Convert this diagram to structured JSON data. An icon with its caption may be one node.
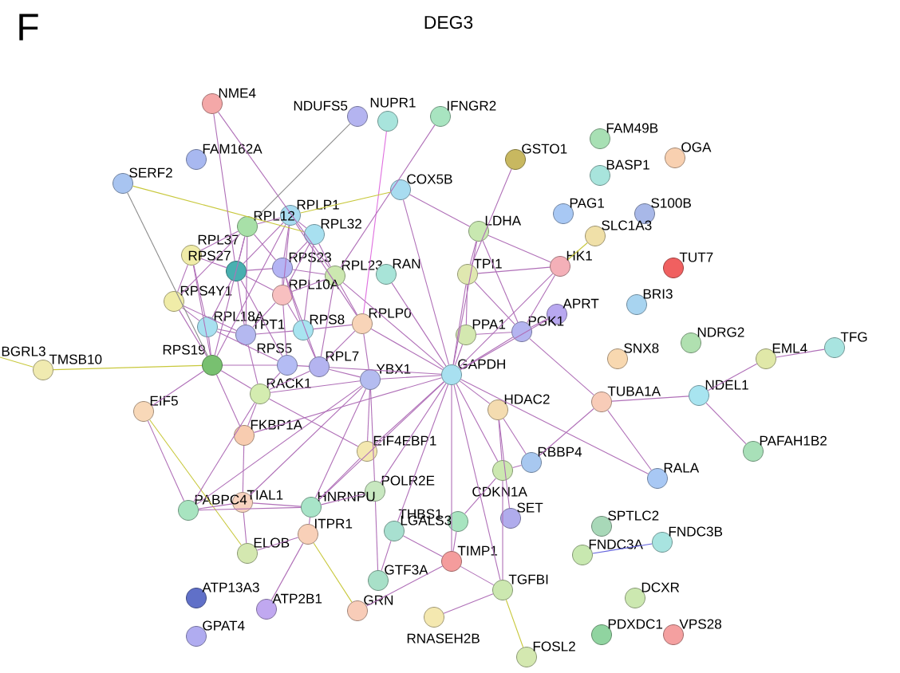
{
  "diagram": {
    "title": "DEG3",
    "nodes": [
      {
        "text": [
          "NME4"
        ]
      },
      {
        "text": [
          "NDUFS5"
        ]
      },
      {
        "text": [
          "NUPR1"
        ]
      },
      {
        "text": [
          "IFNGR2"
        ]
      },
      {
        "text": [
          "FAM49B"
        ]
      },
      {
        "text": [
          "FAM162A"
        ]
      },
      {
        "text": [
          "GSTO1"
        ]
      },
      {
        "text": [
          "OGA"
        ]
      },
      {
        "text": [
          "BASP1"
        ]
      },
      {
        "text": [
          "SERF2"
        ]
      },
      {
        "text": [
          "COX5B"
        ]
      },
      {
        "text": [
          "PAG1"
        ]
      },
      {
        "text": [
          "S100B"
        ]
      },
      {
        "text": [
          "RPLP1"
        ]
      },
      {
        "text": [
          "LDHA"
        ]
      },
      {
        "text": [
          "RPL12"
        ]
      },
      {
        "text": [
          "SLC1A3"
        ]
      },
      {
        "text": [
          "RPL32"
        ]
      },
      {
        "text": [
          "RPL37"
        ]
      },
      {
        "text": [
          "RPS27"
        ]
      },
      {
        "text": [
          "RPS23"
        ]
      },
      {
        "text": [
          "RPL23"
        ]
      },
      {
        "text": [
          "RAN"
        ]
      },
      {
        "text": [
          "HK1"
        ]
      },
      {
        "text": [
          "TUT7"
        ]
      },
      {
        "text": [
          "TPI1"
        ]
      },
      {
        "text": [
          "RPS4Y1"
        ]
      },
      {
        "text": [
          "RPL10A"
        ]
      },
      {
        "text": [
          "BRI3"
        ]
      },
      {
        "text": [
          "APRT"
        ]
      },
      {
        "text": [
          "RPL18A"
        ]
      },
      {
        "text": [
          "TPT1"
        ]
      },
      {
        "text": [
          "RPS8"
        ]
      },
      {
        "text": [
          "RPLP0"
        ]
      },
      {
        "text": [
          "PPA1"
        ]
      },
      {
        "text": [
          "PGK1"
        ]
      },
      {
        "text": [
          "NDRG2"
        ]
      },
      {
        "text": [
          "TFG"
        ]
      },
      {
        "text": [
          "SNX8"
        ]
      },
      {
        "text": [
          "EML4"
        ]
      },
      {
        "text": [
          "BGRL3"
        ]
      },
      {
        "text": [
          "TMSB10"
        ]
      },
      {
        "text": [
          "RPS19"
        ]
      },
      {
        "text": [
          "RPS5"
        ]
      },
      {
        "text": [
          "RPL7"
        ]
      },
      {
        "text": [
          "GAPDH"
        ]
      },
      {
        "text": [
          "YBX1"
        ]
      },
      {
        "text": [
          "RACK1"
        ]
      },
      {
        "text": [
          "TUBA1A"
        ]
      },
      {
        "text": [
          "NDEL1"
        ]
      },
      {
        "text": [
          "HDAC2"
        ]
      },
      {
        "text": [
          "EIF5"
        ]
      },
      {
        "text": [
          "FKBP1A"
        ]
      },
      {
        "text": [
          "EIF4EBP1"
        ]
      },
      {
        "text": [
          "PAFAH1B2"
        ]
      },
      {
        "text": [
          "CDKN1A"
        ]
      },
      {
        "text": [
          "RBBP4"
        ]
      },
      {
        "text": [
          "RALA"
        ]
      },
      {
        "text": [
          "POLR2E"
        ]
      },
      {
        "text": [
          "TIAL1"
        ]
      },
      {
        "text": [
          "PABPC4"
        ]
      },
      {
        "text": [
          "HNRNPU"
        ]
      },
      {
        "text": [
          "THBS1"
        ]
      },
      {
        "text": [
          "SET"
        ]
      },
      {
        "text": [
          "SPTLC2"
        ]
      },
      {
        "text": [
          "LGALS3"
        ]
      },
      {
        "text": [
          "ITPR1"
        ]
      },
      {
        "text": [
          "FNDC3B"
        ]
      },
      {
        "text": [
          "ELOB"
        ]
      },
      {
        "text": [
          "TIMP1"
        ]
      },
      {
        "text": [
          "FNDC3A"
        ]
      },
      {
        "text": [
          "GTF3A"
        ]
      },
      {
        "text": [
          "TGFBI"
        ]
      },
      {
        "text": [
          "DCXR"
        ]
      },
      {
        "text": [
          "ATP13A3"
        ]
      },
      {
        "text": [
          "ATP2B1"
        ]
      },
      {
        "text": [
          "GRN"
        ]
      },
      {
        "text": [
          "RNASEH2B"
        ]
      },
      {
        "text": [
          "PDXDC1"
        ]
      },
      {
        "text": [
          "VPS28"
        ]
      },
      {
        "text": [
          "GPAT4"
        ]
      },
      {
        "text": [
          "FOSL2"
        ]
      }
    ],
    "edges": [
      {
        "from": 13,
        "to": 15,
        "arrow": "none"
      },
      {
        "from": 13,
        "to": 17,
        "arrow": "none"
      },
      {
        "from": 13,
        "to": 19,
        "arrow": "none"
      },
      {
        "from": 13,
        "to": 20,
        "arrow": "none"
      },
      {
        "from": 13,
        "to": 27,
        "arrow": "none"
      },
      {
        "from": 13,
        "to": 33,
        "arrow": "none"
      },
      {
        "from": 13,
        "to": 42,
        "arrow": "none"
      },
      {
        "from": 15,
        "to": 18,
        "arrow": "none"
      },
      {
        "from": 15,
        "to": 19,
        "arrow": "none"
      },
      {
        "from": 15,
        "to": 20,
        "arrow": "none"
      },
      {
        "from": 15,
        "to": 26,
        "arrow": "none"
      },
      {
        "from": 15,
        "to": 31,
        "arrow": "none"
      },
      {
        "from": 15,
        "to": 42,
        "arrow": "none"
      },
      {
        "from": 17,
        "to": 20,
        "arrow": "none"
      },
      {
        "from": 17,
        "to": 21,
        "arrow": "none"
      },
      {
        "from": 17,
        "to": 27,
        "arrow": "none"
      },
      {
        "from": 17,
        "to": 32,
        "arrow": "none"
      },
      {
        "from": 18,
        "to": 19,
        "arrow": "none"
      },
      {
        "from": 18,
        "to": 26,
        "arrow": "none"
      },
      {
        "from": 18,
        "to": 30,
        "arrow": "none"
      },
      {
        "from": 18,
        "to": 42,
        "arrow": "none"
      },
      {
        "from": 19,
        "to": 20,
        "arrow": "none"
      },
      {
        "from": 19,
        "to": 27,
        "arrow": "none"
      },
      {
        "from": 19,
        "to": 30,
        "arrow": "none"
      },
      {
        "from": 19,
        "to": 31,
        "arrow": "none"
      },
      {
        "from": 19,
        "to": 43,
        "arrow": "none"
      },
      {
        "from": 20,
        "to": 21,
        "arrow": "none"
      },
      {
        "from": 20,
        "to": 27,
        "arrow": "none"
      },
      {
        "from": 20,
        "to": 32,
        "arrow": "none"
      },
      {
        "from": 20,
        "to": 44,
        "arrow": "none"
      },
      {
        "from": 21,
        "to": 27,
        "arrow": "none"
      },
      {
        "from": 21,
        "to": 33,
        "arrow": "none"
      },
      {
        "from": 21,
        "to": 44,
        "arrow": "none"
      },
      {
        "from": 26,
        "to": 30,
        "arrow": "none"
      },
      {
        "from": 26,
        "to": 42,
        "arrow": "none"
      },
      {
        "from": 26,
        "to": 31,
        "arrow": "none"
      },
      {
        "from": 27,
        "to": 31,
        "arrow": "none"
      },
      {
        "from": 27,
        "to": 32,
        "arrow": "none"
      },
      {
        "from": 27,
        "to": 43,
        "arrow": "none"
      },
      {
        "from": 30,
        "to": 42,
        "arrow": "none"
      },
      {
        "from": 30,
        "to": 31,
        "arrow": "none"
      },
      {
        "from": 30,
        "to": 43,
        "arrow": "none"
      },
      {
        "from": 31,
        "to": 32,
        "arrow": "none"
      },
      {
        "from": 31,
        "to": 47,
        "arrow": "none"
      },
      {
        "from": 32,
        "to": 33,
        "arrow": "none"
      },
      {
        "from": 32,
        "to": 44,
        "arrow": "none"
      },
      {
        "from": 42,
        "to": 43,
        "arrow": "none"
      },
      {
        "from": 42,
        "to": 47,
        "arrow": "none"
      },
      {
        "from": 43,
        "to": 44,
        "arrow": "none"
      },
      {
        "from": 43,
        "to": 47,
        "arrow": "none"
      },
      {
        "from": 44,
        "to": 47,
        "arrow": "none"
      },
      {
        "from": 44,
        "to": 33,
        "arrow": "none"
      },
      {
        "from": 45,
        "to": 14,
        "arrow": "none"
      },
      {
        "from": 45,
        "to": 25,
        "arrow": "none"
      },
      {
        "from": 45,
        "to": 34,
        "arrow": "none"
      },
      {
        "from": 45,
        "to": 35,
        "arrow": "none"
      },
      {
        "from": 45,
        "to": 23,
        "arrow": "none"
      },
      {
        "from": 45,
        "to": 46,
        "arrow": "none"
      },
      {
        "from": 45,
        "to": 33,
        "arrow": "none"
      },
      {
        "from": 45,
        "to": 21,
        "arrow": "none"
      },
      {
        "from": 45,
        "to": 22,
        "arrow": "none"
      },
      {
        "from": 45,
        "to": 50,
        "arrow": "none"
      },
      {
        "from": 45,
        "to": 53,
        "arrow": "none"
      },
      {
        "from": 45,
        "to": 55,
        "arrow": "none"
      },
      {
        "from": 45,
        "to": 65,
        "arrow": "none"
      },
      {
        "from": 45,
        "to": 69,
        "arrow": "none"
      },
      {
        "from": 45,
        "to": 72,
        "arrow": "none"
      },
      {
        "from": 45,
        "to": 61,
        "arrow": "none"
      },
      {
        "from": 45,
        "to": 58,
        "arrow": "none"
      },
      {
        "from": 45,
        "to": 52,
        "arrow": "none"
      },
      {
        "from": 45,
        "to": 44,
        "arrow": "none"
      },
      {
        "from": 45,
        "to": 29,
        "arrow": "none"
      },
      {
        "from": 45,
        "to": 10,
        "arrow": "none"
      },
      {
        "from": 46,
        "to": 44,
        "arrow": "none"
      },
      {
        "from": 46,
        "to": 47,
        "arrow": "none"
      },
      {
        "from": 46,
        "to": 61,
        "arrow": "none"
      },
      {
        "from": 46,
        "to": 53,
        "arrow": "none"
      },
      {
        "from": 46,
        "to": 58,
        "arrow": "none"
      },
      {
        "from": 46,
        "to": 59,
        "arrow": "none"
      },
      {
        "from": 46,
        "to": 60,
        "arrow": "none"
      },
      {
        "from": 46,
        "to": 33,
        "arrow": "none"
      },
      {
        "from": 14,
        "to": 25,
        "arrow": "none"
      },
      {
        "from": 14,
        "to": 23,
        "arrow": "none"
      },
      {
        "from": 14,
        "to": 35,
        "arrow": "none"
      },
      {
        "from": 25,
        "to": 34,
        "arrow": "none"
      },
      {
        "from": 25,
        "to": 35,
        "arrow": "none"
      },
      {
        "from": 25,
        "to": 23,
        "arrow": "none"
      },
      {
        "from": 35,
        "to": 23,
        "arrow": "none"
      },
      {
        "from": 35,
        "to": 34,
        "arrow": "none"
      },
      {
        "from": 35,
        "to": 29,
        "arrow": "none"
      },
      {
        "from": 35,
        "to": 48,
        "arrow": "none"
      },
      {
        "from": 23,
        "to": 16,
        "arrow": "none",
        "color": "#c8c83c"
      },
      {
        "from": 48,
        "to": 49,
        "arrow": "none"
      },
      {
        "from": 48,
        "to": 57,
        "arrow": "none"
      },
      {
        "from": 48,
        "to": 56,
        "arrow": "none"
      },
      {
        "from": 49,
        "to": 39,
        "arrow": "none"
      },
      {
        "from": 49,
        "to": 54,
        "arrow": "none"
      },
      {
        "from": 39,
        "to": 37,
        "arrow": "none"
      },
      {
        "from": 70,
        "to": 67,
        "arrow": "none",
        "color": "#6464dc"
      },
      {
        "from": 41,
        "to": 40,
        "arrow": "none",
        "color": "#c8c83c"
      },
      {
        "from": 41,
        "to": 42,
        "arrow": "none",
        "color": "#c8c83c"
      },
      {
        "from": 9,
        "to": 42,
        "arrow": "none",
        "color": "#8c8c8c"
      },
      {
        "from": 9,
        "to": 17,
        "arrow": "none",
        "color": "#c8c83c"
      },
      {
        "from": 0,
        "to": 19,
        "arrow": "none"
      },
      {
        "from": 0,
        "to": 21,
        "arrow": "none"
      },
      {
        "from": 1,
        "to": 15,
        "arrow": "none",
        "color": "#8c8c8c"
      },
      {
        "from": 2,
        "to": 33,
        "arrow": "none",
        "color": "#e070e0"
      },
      {
        "from": 3,
        "to": 21,
        "arrow": "none"
      },
      {
        "from": 10,
        "to": 13,
        "arrow": "none",
        "color": "#c8c83c"
      },
      {
        "from": 10,
        "to": 14,
        "arrow": "none"
      },
      {
        "from": 6,
        "to": 25,
        "arrow": "none"
      },
      {
        "from": 51,
        "to": 42,
        "arrow": "none"
      },
      {
        "from": 51,
        "to": 60,
        "arrow": "none"
      },
      {
        "from": 51,
        "to": 68,
        "arrow": "none",
        "color": "#c8c83c"
      },
      {
        "from": 52,
        "to": 42,
        "arrow": "none"
      },
      {
        "from": 52,
        "to": 47,
        "arrow": "none"
      },
      {
        "from": 52,
        "to": 59,
        "arrow": "none"
      },
      {
        "from": 53,
        "to": 47,
        "arrow": "none"
      },
      {
        "from": 53,
        "to": 61,
        "arrow": "none"
      },
      {
        "from": 50,
        "to": 56,
        "arrow": "none"
      },
      {
        "from": 50,
        "to": 55,
        "arrow": "none"
      },
      {
        "from": 50,
        "to": 63,
        "arrow": "none"
      },
      {
        "from": 55,
        "to": 56,
        "arrow": "none"
      },
      {
        "from": 55,
        "to": 62,
        "arrow": "none"
      },
      {
        "from": 55,
        "to": 72,
        "arrow": "none"
      },
      {
        "from": 69,
        "to": 62,
        "arrow": "none"
      },
      {
        "from": 69,
        "to": 72,
        "arrow": "none"
      },
      {
        "from": 69,
        "to": 65,
        "arrow": "none"
      },
      {
        "from": 69,
        "to": 76,
        "arrow": "none"
      },
      {
        "from": 72,
        "to": 81,
        "arrow": "none",
        "color": "#c8c83c"
      },
      {
        "from": 72,
        "to": 77,
        "arrow": "none"
      },
      {
        "from": 66,
        "to": 75,
        "arrow": "none"
      },
      {
        "from": 66,
        "to": 68,
        "arrow": "none"
      },
      {
        "from": 66,
        "to": 61,
        "arrow": "none"
      },
      {
        "from": 60,
        "to": 59,
        "arrow": "none"
      },
      {
        "from": 60,
        "to": 61,
        "arrow": "none"
      },
      {
        "from": 60,
        "to": 47,
        "arrow": "none"
      },
      {
        "from": 59,
        "to": 61,
        "arrow": "none"
      },
      {
        "from": 59,
        "to": 68,
        "arrow": "none"
      },
      {
        "from": 61,
        "to": 58,
        "arrow": "none"
      },
      {
        "from": 58,
        "to": 71,
        "arrow": "none"
      },
      {
        "from": 71,
        "to": 65,
        "arrow": "none"
      },
      {
        "from": 76,
        "to": 66,
        "arrow": "none",
        "color": "#c8c83c"
      },
      {
        "from": 57,
        "to": 45,
        "arrow": "none"
      }
    ],
    "labels": [
      "F"
    ]
  }
}
